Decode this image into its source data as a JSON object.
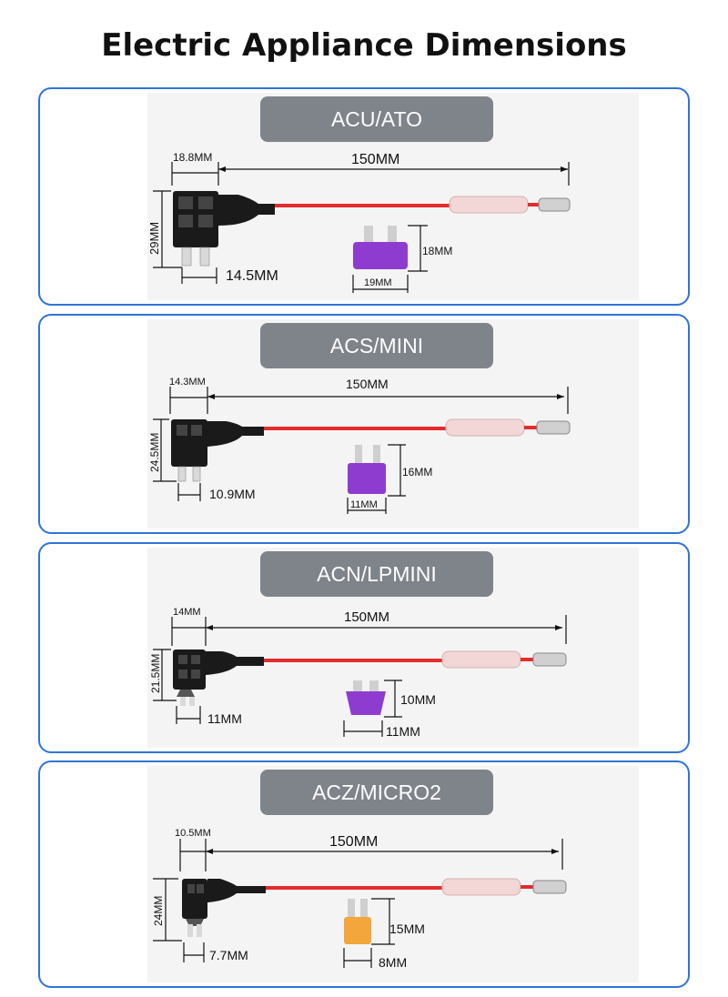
{
  "page": {
    "title": "Electric Appliance Dimensions"
  },
  "colors": {
    "border": "#2f74d8",
    "pill": "#7f838a",
    "wire": "#e52b2b",
    "holder": "#1a1a1a",
    "fuse_purple": "#8e3ccf",
    "fuse_orange": "#f2a63b"
  },
  "panels": [
    {
      "label": "ACU/ATO",
      "holder_width": "18.8MM",
      "cable_length": "150MM",
      "holder_height": "29MM",
      "prong_width": "14.5MM",
      "fuse_height": "18MM",
      "fuse_width": "19MM",
      "fuse_color": "purple"
    },
    {
      "label": "ACS/MINI",
      "holder_width": "14.3MM",
      "cable_length": "150MM",
      "holder_height": "24.5MM",
      "prong_width": "10.9MM",
      "fuse_height": "16MM",
      "fuse_width": "11MM",
      "fuse_color": "purple"
    },
    {
      "label": "ACN/LPMINI",
      "holder_width": "14MM",
      "cable_length": "150MM",
      "holder_height": "21.5MM",
      "prong_width": "11MM",
      "fuse_height": "10MM",
      "fuse_width": "11MM",
      "fuse_color": "purple"
    },
    {
      "label": "ACZ/MICRO2",
      "holder_width": "10.5MM",
      "cable_length": "150MM",
      "holder_height": "24MM",
      "prong_width": "7.7MM",
      "fuse_height": "15MM",
      "fuse_width": "8MM",
      "fuse_color": "orange"
    }
  ]
}
